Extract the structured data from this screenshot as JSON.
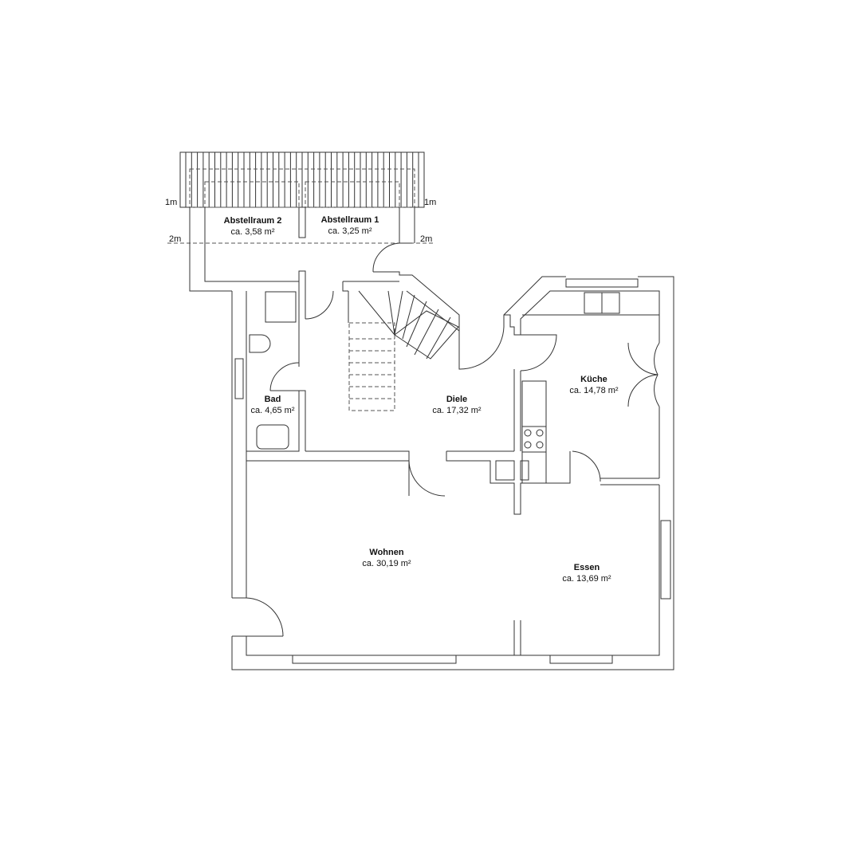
{
  "rooms": [
    {
      "name": "Abstellraum 2",
      "area": "ca. 3,58 m²"
    },
    {
      "name": "Abstellraum 1",
      "area": "ca. 3,25 m²"
    },
    {
      "name": "Bad",
      "area": "ca. 4,65 m²"
    },
    {
      "name": "Diele",
      "area": "ca. 17,32 m²"
    },
    {
      "name": "Küche",
      "area": "ca. 14,78 m²"
    },
    {
      "name": "Wohnen",
      "area": "ca. 30,19 m²"
    },
    {
      "name": "Essen",
      "area": "ca. 13,69 m²"
    }
  ],
  "height_markers": {
    "one_m": "1m",
    "two_m": "2m"
  }
}
